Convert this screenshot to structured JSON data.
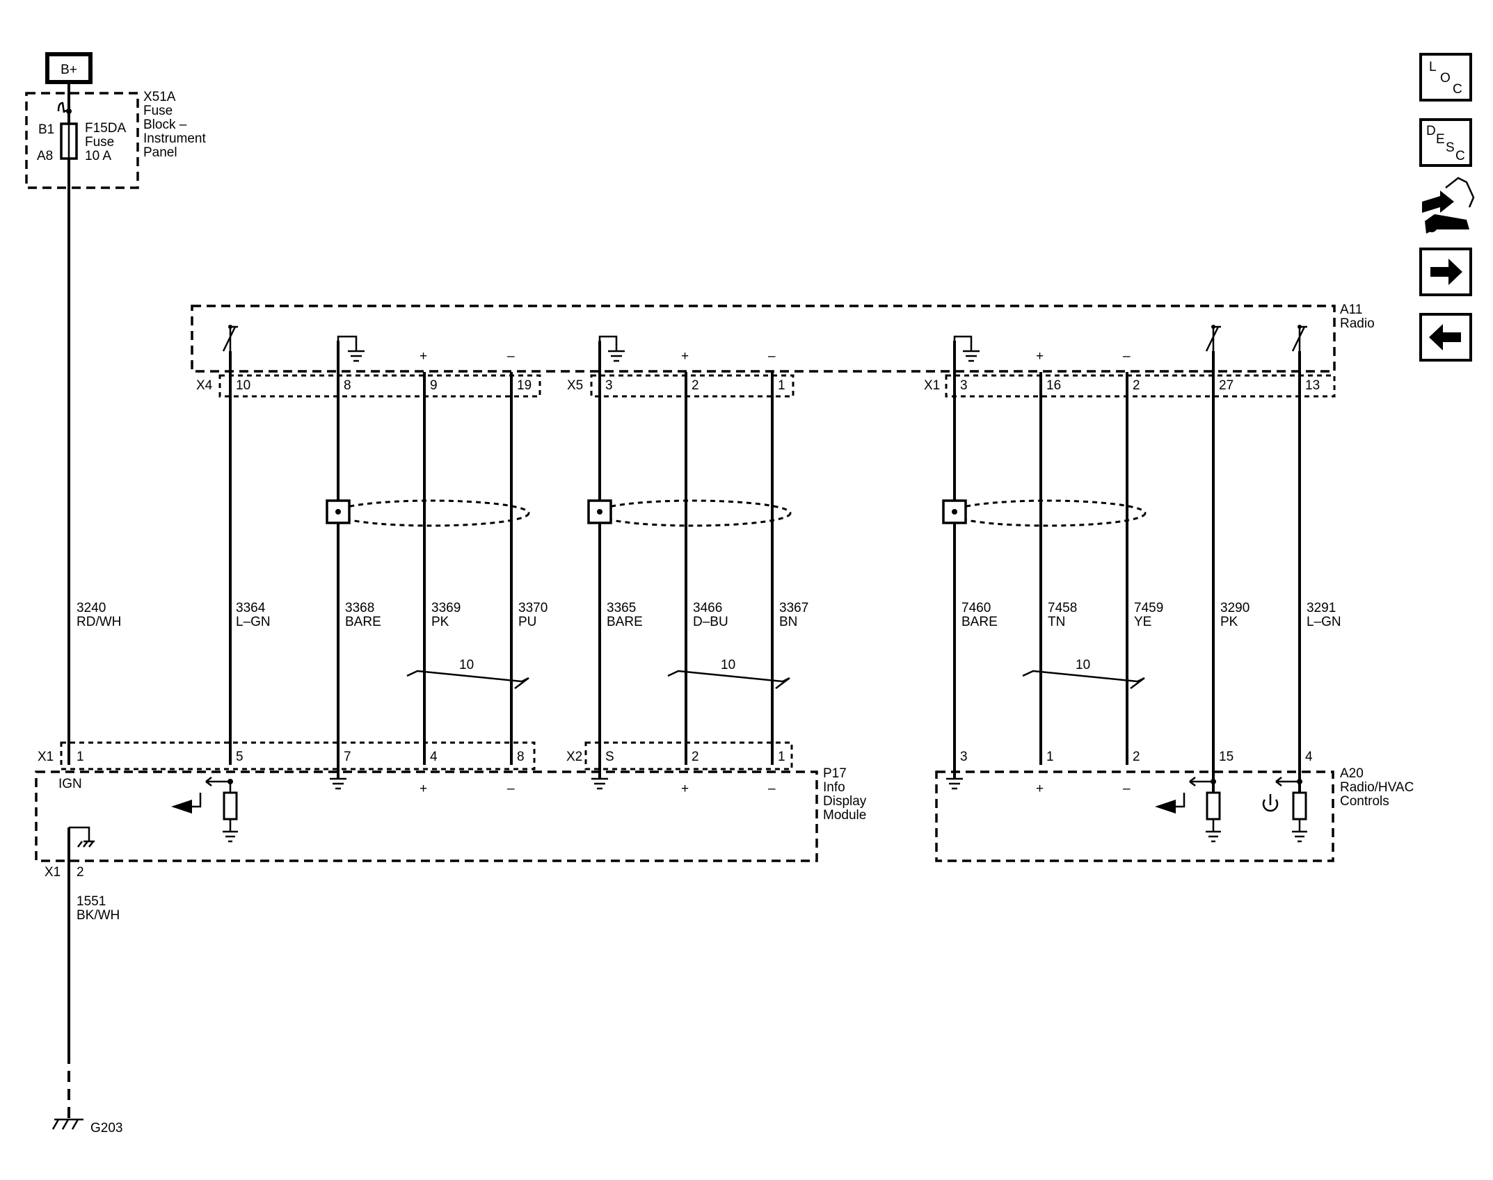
{
  "power": {
    "label": "B+"
  },
  "fuse_block": {
    "name_lines": [
      "X51A",
      "Fuse",
      "Block –",
      "Instrument",
      "Panel"
    ],
    "pin_top": "B1",
    "pin_bottom": "A8",
    "fuse_lines": [
      "F15DA",
      "Fuse",
      "10 A"
    ]
  },
  "radio": {
    "name_lines": [
      "A11",
      "Radio"
    ]
  },
  "info_display": {
    "name_lines": [
      "P17",
      "Info",
      "Display",
      "Module"
    ],
    "ign_label": "IGN"
  },
  "hvac": {
    "name_lines": [
      "A20",
      "Radio/HVAC",
      "Controls"
    ]
  },
  "connectors": {
    "x4_top": "X4",
    "x5_top": "X5",
    "x1_top": "X1",
    "x1_bottom_left": "X1",
    "x2_bottom": "X2",
    "x1_ground": "X1"
  },
  "wires": [
    {
      "circuit": "3240",
      "color": "RD/WH",
      "pin_bottom": "1"
    },
    {
      "circuit": "3364",
      "color": "L–GN",
      "pin_top": "10",
      "pin_bottom": "5"
    },
    {
      "circuit": "3368",
      "color": "BARE",
      "pin_top": "8",
      "pin_bottom": "7"
    },
    {
      "circuit": "3369",
      "color": "PK",
      "pin_top": "9",
      "pin_bottom": "4"
    },
    {
      "circuit": "3370",
      "color": "PU",
      "pin_top": "19",
      "pin_bottom": "8"
    },
    {
      "circuit": "3365",
      "color": "BARE",
      "pin_top": "3",
      "pin_bottom": "S"
    },
    {
      "circuit": "3466",
      "color": "D–BU",
      "pin_top": "2",
      "pin_bottom": "2"
    },
    {
      "circuit": "3367",
      "color": "BN",
      "pin_top": "1",
      "pin_bottom": "1"
    },
    {
      "circuit": "7460",
      "color": "BARE",
      "pin_top": "3",
      "pin_bottom": "3"
    },
    {
      "circuit": "7458",
      "color": "TN",
      "pin_top": "16",
      "pin_bottom": "1"
    },
    {
      "circuit": "7459",
      "color": "YE",
      "pin_top": "2",
      "pin_bottom": "2"
    },
    {
      "circuit": "3290",
      "color": "PK",
      "pin_top": "27",
      "pin_bottom": "15"
    },
    {
      "circuit": "3291",
      "color": "L–GN",
      "pin_top": "13",
      "pin_bottom": "4"
    }
  ],
  "ground_wire": {
    "circuit": "1551",
    "color": "BK/WH",
    "pin": "2",
    "ground": "G203"
  },
  "twist_labels": [
    "10",
    "10",
    "10"
  ],
  "polarity": {
    "plus": "+",
    "minus": "–"
  },
  "nav": {
    "loc": [
      "L",
      "O",
      "C"
    ],
    "desc": [
      "D",
      "E",
      "S",
      "C"
    ]
  }
}
